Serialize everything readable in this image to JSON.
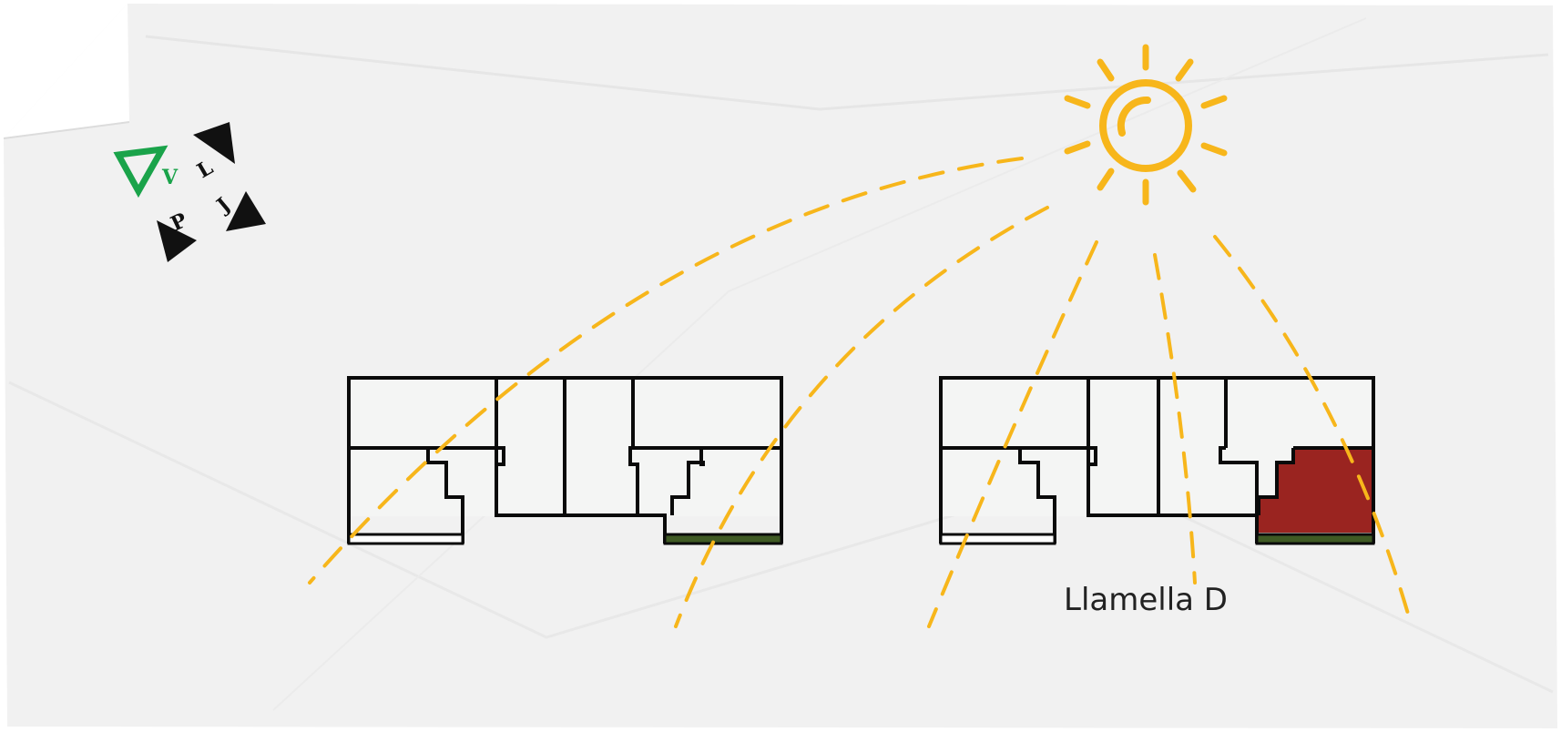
{
  "caption": "Llamella D",
  "logo": {
    "letters": [
      "V",
      "L",
      "J",
      "P"
    ]
  },
  "colors": {
    "paper": "#f2f2f2",
    "sun": "#f7b61b",
    "highlight_unit": "#9a2420",
    "balcony_green": "#3f5a24",
    "logo_green": "#1aa34a",
    "line": "#0a0a0a"
  },
  "icons": {
    "sun": "sun-icon",
    "logo": "vljp-logo-icon"
  }
}
